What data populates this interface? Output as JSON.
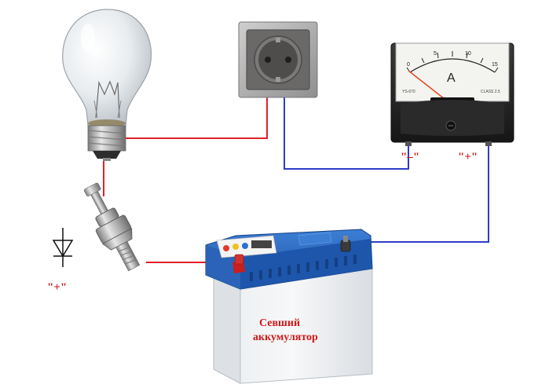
{
  "colors": {
    "positive_wire": "#e0202a",
    "negative_wire": "#2f3cc8",
    "label_red": "#d01818",
    "battery_blue": "#1f5fb5"
  },
  "labels": {
    "ammeter_minus": "\"–\"",
    "ammeter_plus": "\"+\"",
    "diode_plus": "\"+\"",
    "battery_line1": "Севший",
    "battery_line2": "аккумулятор"
  },
  "ammeter": {
    "unit": "A",
    "scale": [
      "0",
      "5",
      "10",
      "15"
    ],
    "model": "YS-670",
    "class_text": "CLASS 2.5"
  },
  "icons": [
    "light-bulb-icon",
    "power-socket-icon",
    "ammeter-icon",
    "diode-component-icon",
    "diode-symbol-icon",
    "car-battery-icon"
  ]
}
